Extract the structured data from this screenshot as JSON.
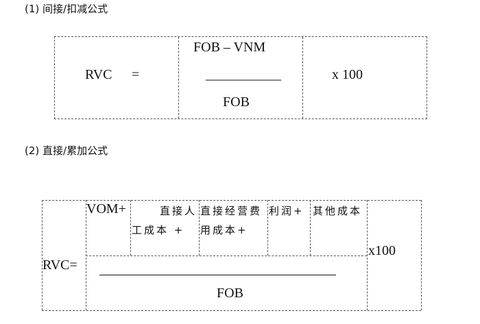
{
  "section1": {
    "heading": "(1) 间接/扣减公式",
    "rvc_label": "RVC",
    "equals": "=",
    "numerator": "FOB – VNM",
    "fraction_line": "___________",
    "denominator": "FOB",
    "multiplier": "x 100"
  },
  "section2": {
    "heading": "(2) 直接/累加公式",
    "rvc_label": "RVC=",
    "term_vom": "VOM+",
    "term_labor_line1": "直接人",
    "term_labor_line2": "工成本 +",
    "term_operating_line1": "直接经营费",
    "term_operating_line2": "用成本+",
    "term_profit": "利润+",
    "term_other": "其他成本",
    "denominator": "FOB",
    "multiplier": "x100"
  }
}
